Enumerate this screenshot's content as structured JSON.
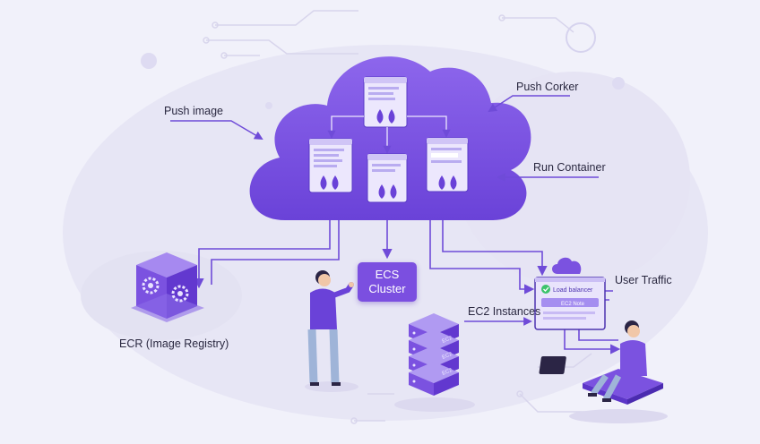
{
  "labels": {
    "push_image": "Push image",
    "push_corker": "Push Corker",
    "run_container": "Run Container",
    "ecs_line1": "ECS",
    "ecs_line2": "Cluster",
    "ecr": "ECR (Image Registry)",
    "ec2_instances": "EC2 Instances",
    "user_traffic": "User Traffic",
    "load_balancer": "Load balancer",
    "ec2_note": "EC2 Note",
    "server_tags": [
      "EC2",
      "EC2",
      "EC2"
    ]
  },
  "colors": {
    "background": "#f1f1fa",
    "cloud": "#7a52e3",
    "accent": "#7b4fe0",
    "panel": "#e8e3fb",
    "line": "#6f4bd8",
    "check": "#3cc36b"
  }
}
